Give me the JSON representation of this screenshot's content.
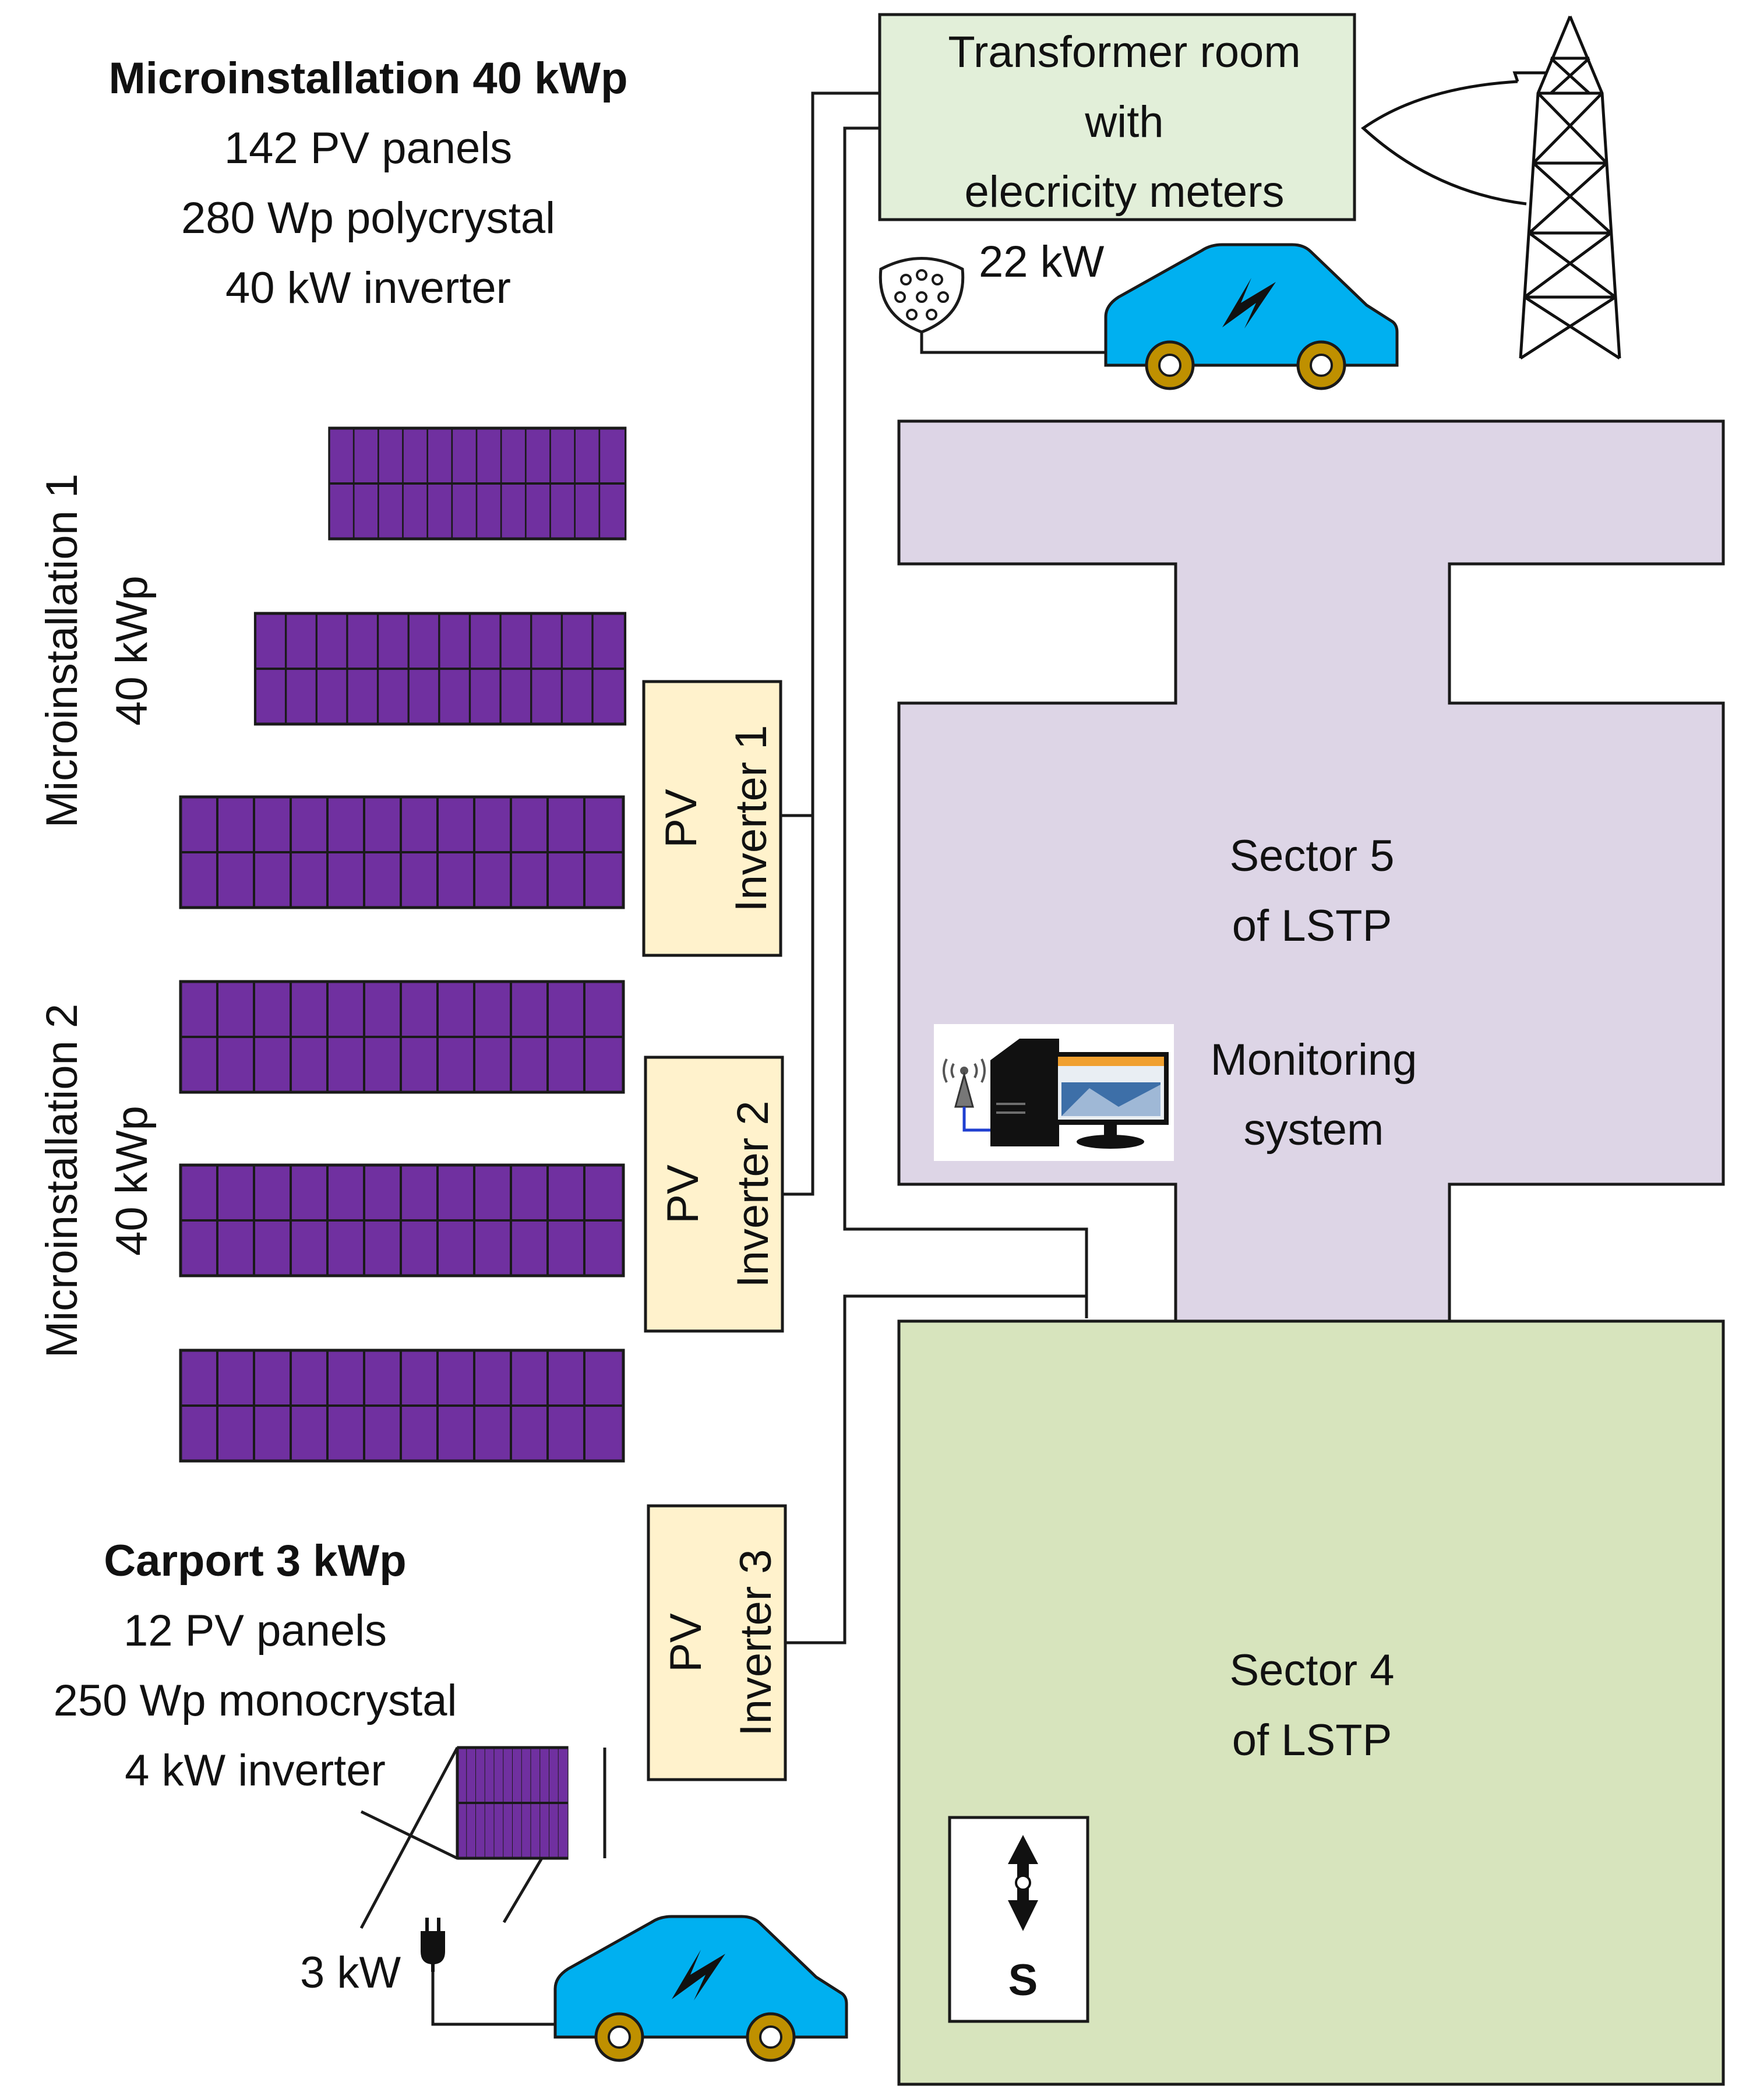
{
  "legend": {
    "micro_title": "Microinstallation 40 kWp",
    "micro_panels": "142 PV panels",
    "micro_wp": "280 Wp polycrystal",
    "micro_inverter": "40 kW inverter",
    "carport_title": "Carport 3 kWp",
    "carport_panels": "12 PV panels",
    "carport_wp": "250 Wp monocrystal",
    "carport_inverter": "4 kW inverter"
  },
  "micro1": {
    "line1": "Microinstallation 1",
    "line2": "40 kWp"
  },
  "micro2": {
    "line1": "Microinstallation 2",
    "line2": "40 kWp"
  },
  "inverters": [
    {
      "line1": "PV",
      "line2": "Inverter 1"
    },
    {
      "line1": "PV",
      "line2": "Inverter 2"
    },
    {
      "line1": "PV",
      "line2": "Inverter 3"
    }
  ],
  "transformer": {
    "line1": "Transformer room",
    "line2": "with",
    "line3": "elecricity meters"
  },
  "charger_fast": {
    "power": "22 kW"
  },
  "charger_slow": {
    "power": "3 kW"
  },
  "sector5": {
    "line1": "Sector 5",
    "line2": "of LSTP"
  },
  "sector4": {
    "line1": "Sector 4",
    "line2": "of LSTP"
  },
  "monitoring": {
    "line1": "Monitoring",
    "line2": "system"
  },
  "compass": {
    "label": "S"
  },
  "colors": {
    "panel": "#7030a0",
    "inverter": "#fff2cc",
    "transformer": "#e2efd9",
    "sector5": "#ddd5e6",
    "sector4": "#d7e4bd",
    "car": "#00b0f0",
    "wheel": "#bf9000"
  }
}
